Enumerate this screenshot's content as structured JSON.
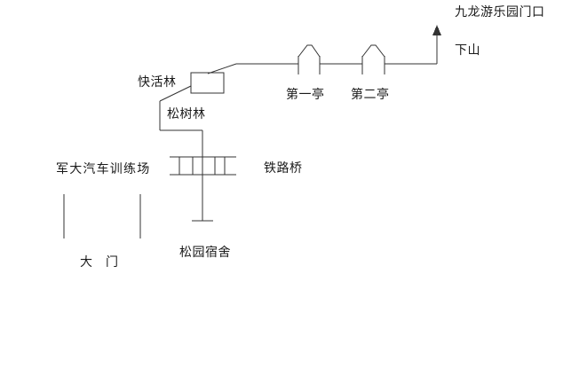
{
  "diagram": {
    "type": "hand-drawn route sketch map",
    "labels": {
      "park_entrance": "九龙游乐园门口",
      "downhill": "下山",
      "kuaihuolin": "快活林",
      "pine_forest": "松树林",
      "pavilion_1": "第一亭",
      "pavilion_2": "第二亭",
      "training_ground": "军大汽车训练场",
      "railway_bridge": "铁路桥",
      "dormitory": "松园宿舍",
      "gate": "大　门"
    },
    "colors": {
      "line": "#333333",
      "text": "#1a1a1a",
      "background": "#ffffff"
    }
  }
}
